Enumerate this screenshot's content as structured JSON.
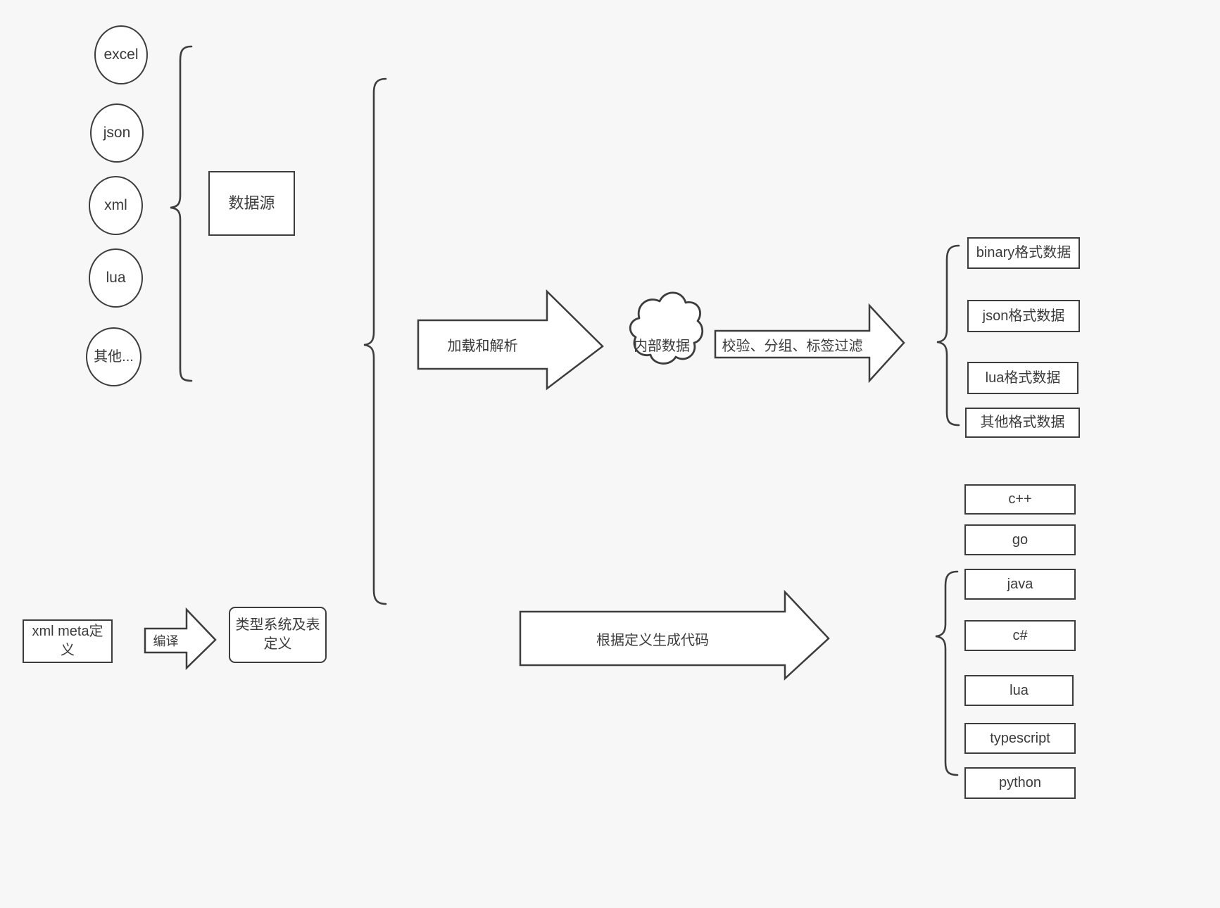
{
  "diagram": {
    "title": "data pipeline and code generation diagram",
    "background_color": "#f7f7f7",
    "stroke_color": "#3d3d3d",
    "fill_color": "#ffffff",
    "text_color": "#3b3b3b"
  },
  "sources": {
    "items": [
      {
        "label": "excel"
      },
      {
        "label": "json"
      },
      {
        "label": "xml"
      },
      {
        "label": "lua"
      },
      {
        "label": "其他..."
      }
    ],
    "group_label": "数据源"
  },
  "meta": {
    "input_label": "xml meta定\n义",
    "input_label_line1": "xml meta定",
    "input_label_line2": "义",
    "compile_arrow_label": "编译",
    "output_label_line1": "类型系统及表",
    "output_label_line2": "定义"
  },
  "flow": {
    "load_arrow_label": "加载和解析",
    "cloud_label": "内部数据",
    "filter_arrow_label": "校验、分组、标签过滤",
    "codegen_arrow_label": "根据定义生成代码"
  },
  "data_formats": {
    "items": [
      {
        "label": "binary格式数据"
      },
      {
        "label": "json格式数据"
      },
      {
        "label": "lua格式数据"
      },
      {
        "label": "其他格式数据"
      }
    ]
  },
  "languages": {
    "items": [
      {
        "label": "c++"
      },
      {
        "label": "go"
      },
      {
        "label": "java"
      },
      {
        "label": "c#"
      },
      {
        "label": "lua"
      },
      {
        "label": "typescript"
      },
      {
        "label": "python"
      }
    ]
  }
}
